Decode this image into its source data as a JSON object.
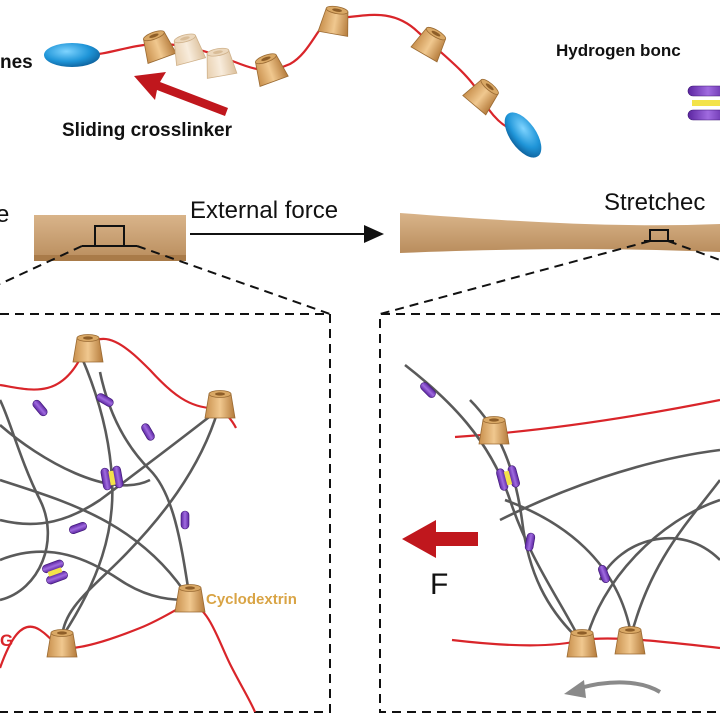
{
  "labels": {
    "rotaxanes_fragment": "nes",
    "sliding_crosslinker": "Sliding crosslinker",
    "hydrogen_bonds_fragment": "Hydrogen bonc",
    "external_force": "External force",
    "stretched_fragment": "Stretchec",
    "left_edge_fragment": "e",
    "cyclodextrin": "Cyclodextrin",
    "peg_fragment": "G",
    "force": "F"
  },
  "colors": {
    "polymer_red": "#d9252a",
    "backbone_gray": "#5a5a5a",
    "cyclodextrin_tan": "#e2b06e",
    "cyclodextrin_dark": "#b9803f",
    "hbond_purple": "#7a3bb8",
    "hbond_yellow": "#f3e34a",
    "stopper_blue": "#2aa0e0",
    "film_brown": "#c9a47a",
    "arrow_red": "#c0171d",
    "arrow_gray": "#8a8a8a",
    "cyclodextrin_label": "#d9a445"
  },
  "icons": [
    "stopper-icon",
    "cyclodextrin-ring-icon",
    "hydrogen-bond-icon",
    "sliding-arrow-icon",
    "force-arrow-icon"
  ]
}
